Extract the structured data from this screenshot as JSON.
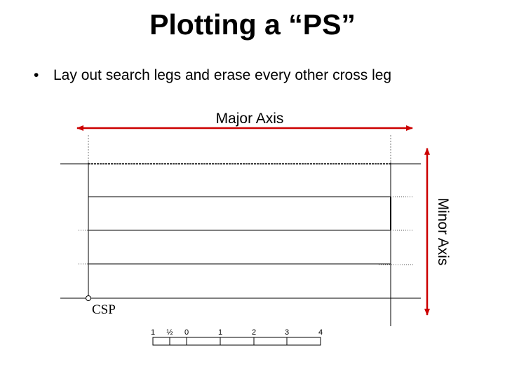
{
  "title": "Plotting a “PS”",
  "bullet": {
    "marker": "•",
    "text": "Lay out search legs and erase every other cross leg"
  },
  "diagram": {
    "major_axis_label": "Major Axis",
    "minor_axis_label": "Minor Axis",
    "csp_label": "CSP",
    "scale_labels": [
      "1",
      "½",
      "0",
      "1",
      "2",
      "3",
      "4"
    ],
    "colors": {
      "arrow": "#cc0000",
      "line": "#000000",
      "dotted": "#555555"
    }
  }
}
